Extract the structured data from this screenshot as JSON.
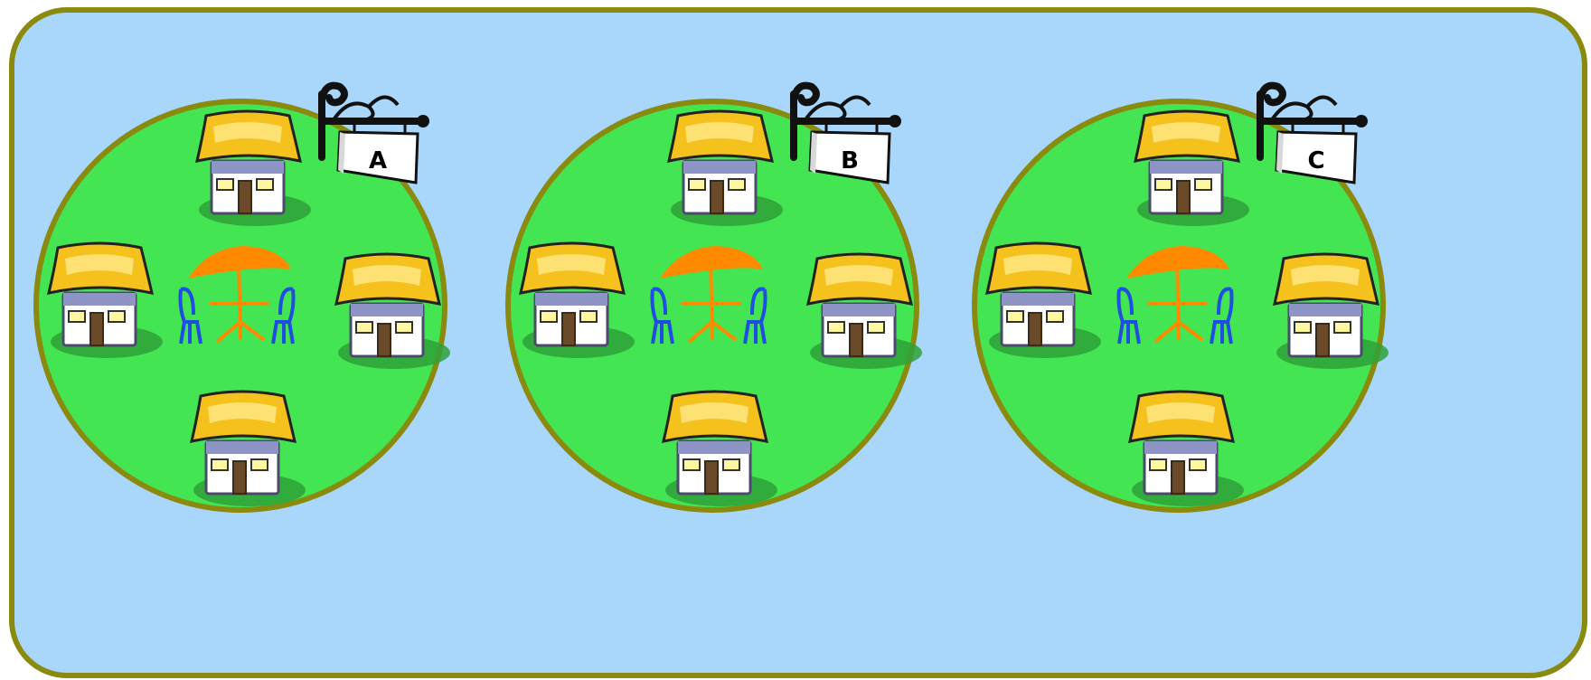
{
  "colors": {
    "background": "#a9d7fb",
    "border": "#8a8a0f",
    "village_fill": "#43e553",
    "roof": "#f5c11d",
    "umbrella": "#ff8a00",
    "chair": "#1f4fe0"
  },
  "villages": [
    {
      "sign_label": "A",
      "houses": 4,
      "cafe": "umbrella-table-with-two-chairs"
    },
    {
      "sign_label": "B",
      "houses": 4,
      "cafe": "umbrella-table-with-two-chairs"
    },
    {
      "sign_label": "C",
      "houses": 4,
      "cafe": "umbrella-table-with-two-chairs"
    }
  ]
}
